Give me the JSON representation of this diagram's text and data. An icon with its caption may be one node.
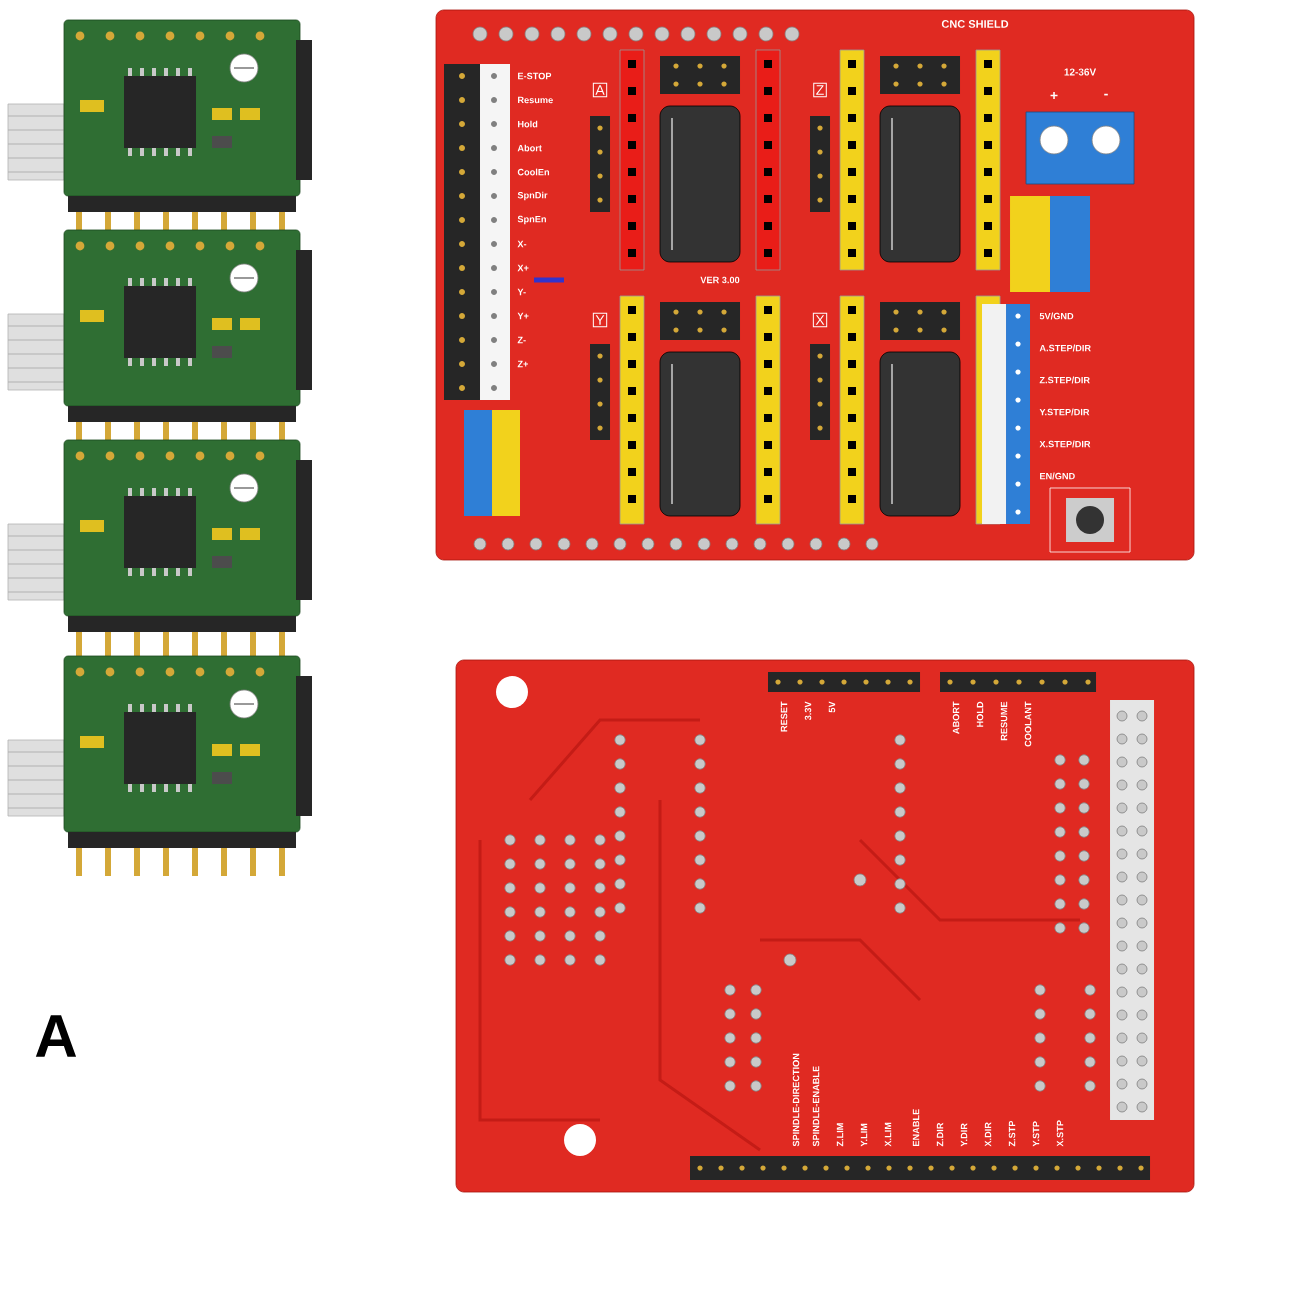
{
  "diagram": {
    "labels": [
      "CNC SHIELD",
      "12-36V",
      "+",
      "-",
      "E-STOP",
      "Resume",
      "Hold",
      "Abort",
      "CoolEn",
      "SpnDir",
      "SpnEn",
      "X-",
      "X+",
      "Y-",
      "Y+",
      "Z-",
      "Z+",
      "A",
      "Z",
      "Y",
      "X",
      "VER 3.00",
      "5V/GND",
      "A.STEP/DIR",
      "Z.STEP/DIR",
      "Y.STEP/DIR",
      "X.STEP/DIR",
      "EN/GND",
      "RESET",
      "3.3V",
      "5V",
      "ABORT",
      "HOLD",
      "RESUME",
      "COOLANT",
      "SPINDLE-DIRECTION",
      "SPINDLE-ENABLE",
      "Z.LIM",
      "Y.LIM",
      "X.LIM",
      "ENABLE",
      "Z.DIR",
      "Y.DIR",
      "X.DIR",
      "Z.STP",
      "Y.STP",
      "X.STP",
      "A"
    ]
  }
}
